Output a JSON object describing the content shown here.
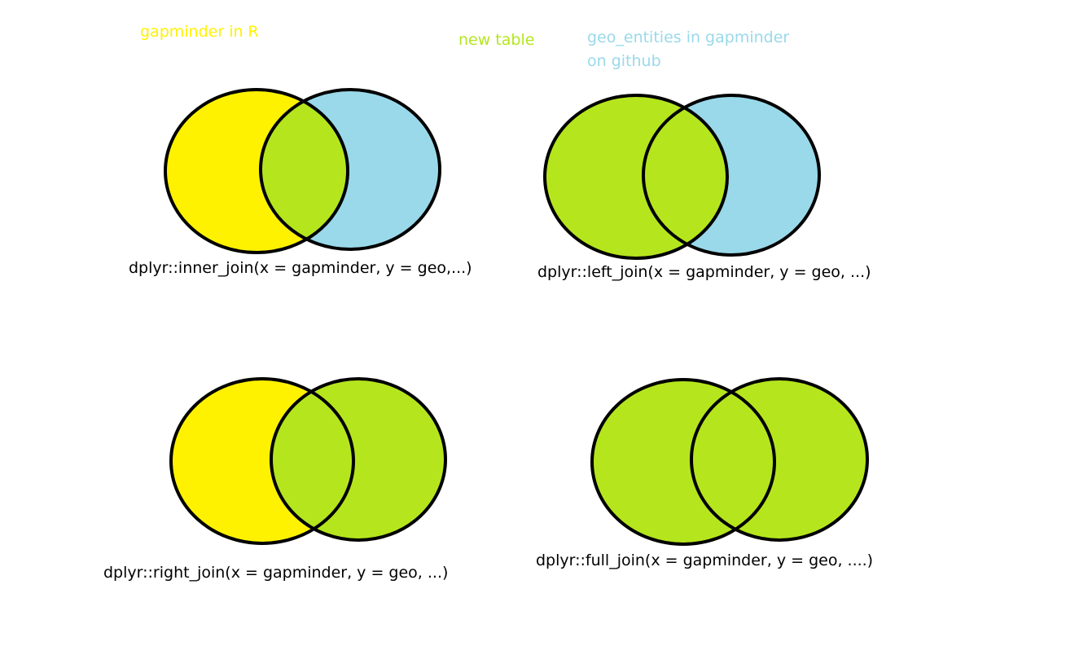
{
  "colors": {
    "x_only": "#fff200",
    "y_only": "#99d9ea",
    "new_table": "#b5e61d",
    "outline": "#000000"
  },
  "legend": {
    "x_table": "gapminder in R",
    "new_table": "new table",
    "y_table_line1": "geo_entities in gapminder",
    "y_table_line2": "on github"
  },
  "joins": [
    {
      "caption": "dplyr::inner_join(x = gapminder, y = geo,...)",
      "left_fill": "x_only",
      "middle_fill": "new_table",
      "right_fill": "y_only"
    },
    {
      "caption": "dplyr::left_join(x = gapminder, y = geo, ...)",
      "left_fill": "new_table",
      "middle_fill": "new_table",
      "right_fill": "y_only"
    },
    {
      "caption": "dplyr::right_join(x = gapminder, y = geo, ...)",
      "left_fill": "x_only",
      "middle_fill": "new_table",
      "right_fill": "new_table"
    },
    {
      "caption": "dplyr::full_join(x = gapminder, y = geo, ....)",
      "left_fill": "new_table",
      "middle_fill": "new_table",
      "right_fill": "new_table"
    }
  ]
}
